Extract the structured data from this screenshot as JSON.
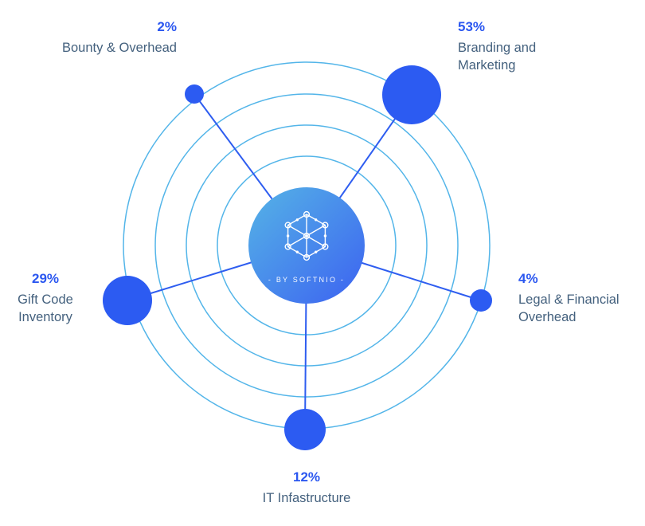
{
  "chart_data": {
    "type": "pie",
    "variant": "radial-orbit-allocation",
    "center_label": "- BY SOFTNIO -",
    "ring_count": 4,
    "grid": "concentric-rings",
    "legend_position": "around-nodes",
    "categories": [
      "Bounty & Overhead",
      "Branding and Marketing",
      "Legal & Financial Overhead",
      "IT Infastructure",
      "Gift Code Inventory"
    ],
    "values": [
      2,
      53,
      4,
      12,
      29
    ],
    "segments": [
      {
        "label": "Bounty & Overhead",
        "percent_label": "2%",
        "value": 2,
        "position": "top-left"
      },
      {
        "label": "Branding and Marketing",
        "percent_label": "53%",
        "value": 53,
        "position": "top-right"
      },
      {
        "label": "Legal & Financial Overhead",
        "percent_label": "4%",
        "value": 4,
        "position": "right"
      },
      {
        "label": "IT Infastructure",
        "percent_label": "12%",
        "value": 12,
        "position": "bottom"
      },
      {
        "label": "Gift Code Inventory",
        "percent_label": "29%",
        "value": 29,
        "position": "left"
      }
    ]
  },
  "colors": {
    "background": "#ffffff",
    "node_fill": "#2c5bf2",
    "orbit_ring_stroke": "#4ab1e8",
    "spoke_stroke": "#2e5df0",
    "percent_text": "#2b57f0",
    "label_text": "#44617e",
    "center_gradient_start": "#55b4e6",
    "center_gradient_end": "#3c62f1",
    "icon_stroke": "#ffffff"
  },
  "icons": {
    "center_icon": "network-hexagon-icon"
  }
}
